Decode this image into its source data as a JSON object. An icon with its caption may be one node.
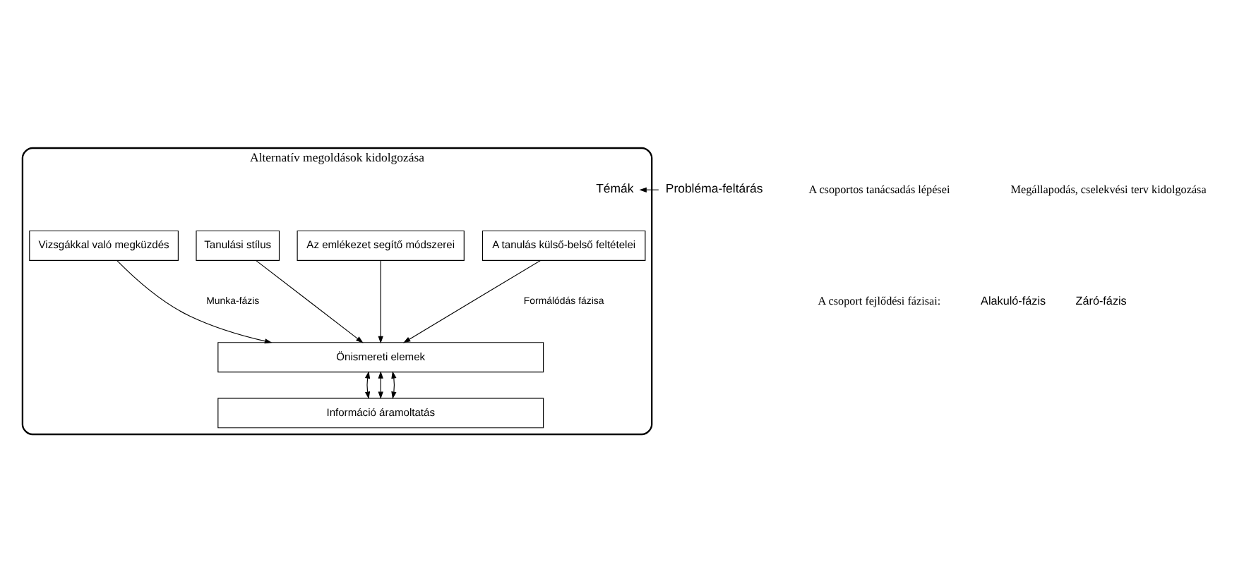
{
  "diagram": {
    "nodes": [
      {
        "text": [
          "Alternatív megoldások kidolgozása"
        ]
      },
      {
        "text": [
          "Probléma-feltárás"
        ]
      },
      {
        "text": [
          "Témák"
        ],
        "in": 0
      },
      {
        "text": [
          "A tanulás külső-belső feltételei"
        ],
        "in": 0
      },
      {
        "text": [
          "Az emlékezet segítő módszerei"
        ],
        "in": 0
      },
      {
        "text": [
          "Tanulási stílus"
        ],
        "in": 0
      },
      {
        "text": [
          "Vizsgákkal való megküzdés"
        ],
        "in": 0
      },
      {
        "text": [
          "Önismereti elemek"
        ],
        "in": 0
      },
      {
        "text": [
          "Információ áramoltatás"
        ],
        "in": 0
      }
    ],
    "edges": [
      {
        "from": 1,
        "to": 2,
        "arrow": "to"
      },
      {
        "from": 3,
        "to": 7,
        "arrow": "to"
      },
      {
        "from": 4,
        "to": 7,
        "arrow": "to"
      },
      {
        "from": 5,
        "to": 7,
        "arrow": "to"
      },
      {
        "from": 6,
        "to": 7,
        "arrow": "to"
      },
      {
        "from": 7,
        "to": 8,
        "arrow": "both"
      },
      {
        "from": 7,
        "to": 8,
        "arrow": "both"
      },
      {
        "from": 7,
        "to": 8,
        "arrow": "both"
      }
    ],
    "labels": [
      "A csoportos tanácsadás lépései",
      "Megállapodás, cselekvési terv kidolgozása",
      "A csoport fejlődési fázisai:",
      "Alakuló-fázis",
      "Formálódás fázisa",
      "Munka-fázis",
      "Záró-fázis"
    ]
  }
}
